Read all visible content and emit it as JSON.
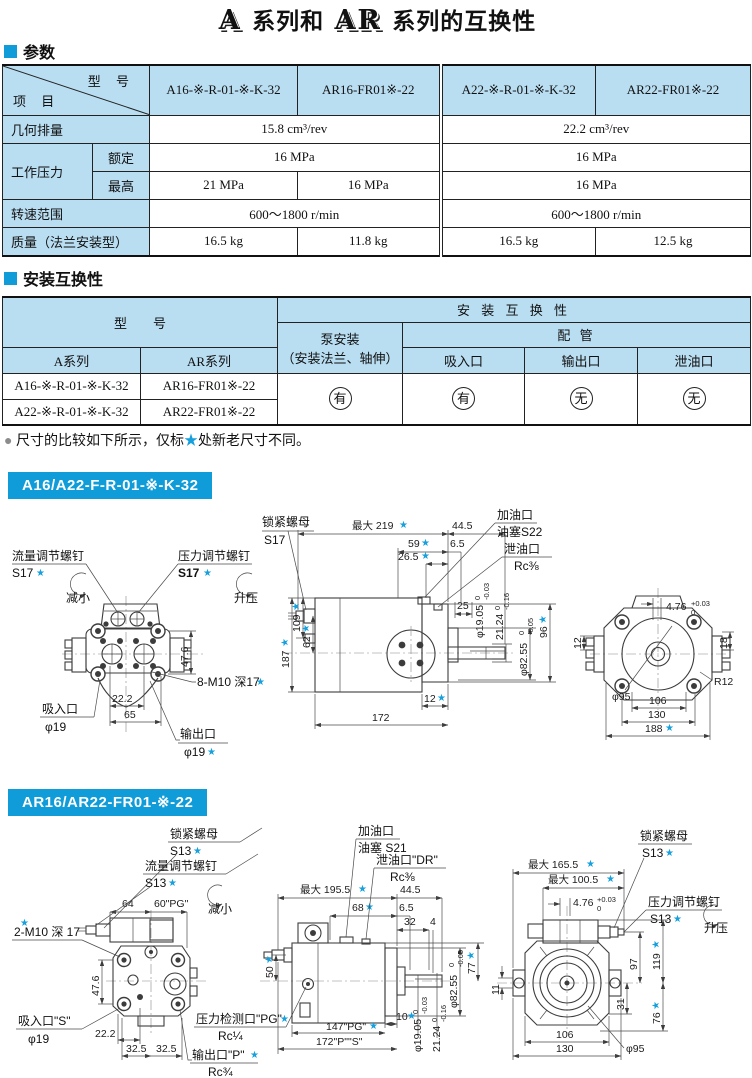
{
  "star": "★",
  "title": {
    "logo_a": "A",
    "text1": "系列和",
    "logo_ar": "AR",
    "text2": "系列的互换性"
  },
  "params": {
    "heading": "参数",
    "corner_top": "型 号",
    "corner_bottom": "项 目",
    "models": [
      "A16-※-R-01-※-K-32",
      "AR16-FR01※-22",
      "A22-※-R-01-※-K-32",
      "AR22-FR01※-22"
    ],
    "row_displacement": {
      "label": "几何排量",
      "v16": "15.8 cm³/rev",
      "v22": "22.2 cm³/rev"
    },
    "row_pressure": {
      "label": "工作压力",
      "rated": "额定",
      "rated_v16": "16 MPa",
      "rated_v22": "16 MPa",
      "max": "最高",
      "max_a16": "21 MPa",
      "max_ar16": "16 MPa",
      "max_v22": "16 MPa"
    },
    "row_speed": {
      "label": "转速范围",
      "v16": "600～1800 r/min",
      "v22": "600～1800 r/min"
    },
    "row_mass": {
      "label": "质量（法兰安装型）",
      "v": [
        "16.5 kg",
        "11.8 kg",
        "16.5 kg",
        "12.5 kg"
      ]
    }
  },
  "compat": {
    "heading": "安装互换性",
    "model_header": "型　　号",
    "compat_header": "安 装 互 换 性",
    "pump_mount1": "泵安装",
    "pump_mount2": "（安装法兰、轴伸）",
    "piping": "配 管",
    "a_series": "A系列",
    "ar_series": "AR系列",
    "suction": "吸入口",
    "outlet": "输出口",
    "drain": "泄油口",
    "row1": {
      "a": "A16-※-R-01-※-K-32",
      "ar": "AR16-FR01※-22"
    },
    "row2": {
      "a": "A22-※-R-01-※-K-32",
      "ar": "AR22-FR01※-22"
    },
    "values": [
      "有",
      "有",
      "无",
      "无"
    ]
  },
  "note": {
    "bullet": "●",
    "text_pre": "尺寸的比较如下所示，仅标",
    "text_post": "处新老尺寸不同。"
  },
  "d1": {
    "banner": "A16/A22-F-R-01-※-K-32",
    "flow_screw": "流量调节螺钉",
    "flow_s": "S17",
    "press_screw": "压力调节螺钉",
    "press_s": "S17",
    "decrease": "减小",
    "increase": "升压",
    "d476": "47.6",
    "bolts": "8-M10 深17",
    "suction": "吸入口",
    "suction_d": "φ19",
    "d222": "22.2",
    "d65": "65",
    "outlet": "输出口",
    "outlet_d": "φ19",
    "locknut": "锁紧螺母",
    "locknut_s": "S17",
    "max219": "最大 219",
    "d445": "44.5",
    "d59": "59",
    "d65b": "6.5",
    "d265": "26.5",
    "fill": "加油口",
    "fill_plug": "油塞S22",
    "drain": "泄油口",
    "drain_rc": "Rc⅜",
    "d25": "25",
    "d1905": "φ19.05",
    "d1905u": "0",
    "d1905l": "-0.03",
    "d2124": "21.24",
    "d2124u": "0",
    "d2124l": "-0.16",
    "d8255": "φ82.55",
    "d8255u": "0",
    "d8255l": "-0.05",
    "d96": "96",
    "d187": "187",
    "d109": "109",
    "d62": "62",
    "d12": "12",
    "d172": "172",
    "r_d476": "4.76",
    "r_d476u": "+0.03",
    "r_d476l": "0",
    "r_d12": "12",
    "r_d18": "18",
    "r_r12": "R12",
    "r_d95": "φ95",
    "r_d106": "106",
    "r_d130": "130",
    "r_d188": "188"
  },
  "d2": {
    "banner": "AR16/AR22-FR01-※-22",
    "locknut": "锁紧螺母",
    "locknut_s": "S13",
    "flow_screw": "流量调节螺钉",
    "flow_s": "S13",
    "decrease": "减小",
    "increase": "升压",
    "d64": "64",
    "d60": "60\"PG\"",
    "bolts": "2-M10 深 17",
    "d476": "47.6",
    "suction": "吸入口\"S\"",
    "suction_d": "φ19",
    "d222": "22.2",
    "d325a": "32.5",
    "d325b": "32.5",
    "ptest": "压力检测口\"PG\"",
    "ptest_rc": "Rc¼",
    "outlet": "输出口\"P\"",
    "outlet_rc": "Rc¾",
    "fill": "加油口",
    "fill_plug": "油塞 S21",
    "drain": "泄油口\"DR\"",
    "drain_rc": "Rc⅜",
    "max1955": "最大 195.5",
    "d445": "44.5",
    "d68": "68",
    "d65": "6.5",
    "d32": "32",
    "d4": "4",
    "d50": "50",
    "d8255": "φ82.55",
    "d8255u": "0",
    "d8255l": "-0.05",
    "d77": "77",
    "d1905": "φ19.05",
    "d1905u": "0",
    "d1905l": "-0.03",
    "d2124": "21.24",
    "d2124u": "0",
    "d2124l": "-0.16",
    "d10": "10",
    "d147": "147\"PG\"",
    "d172": "172\"P\"\"S\"",
    "press_screw": "压力调节螺钉",
    "press_s": "S13",
    "max1655": "最大 165.5",
    "max1005": "最大 100.5",
    "r_d476": "4.76",
    "r_d476u": "+0.03",
    "r_d476l": "0",
    "d97": "97",
    "d119": "119",
    "d11": "11",
    "d31": "31",
    "d76": "76",
    "r_d106": "106",
    "r_d130": "130",
    "r_d95": "φ95"
  }
}
